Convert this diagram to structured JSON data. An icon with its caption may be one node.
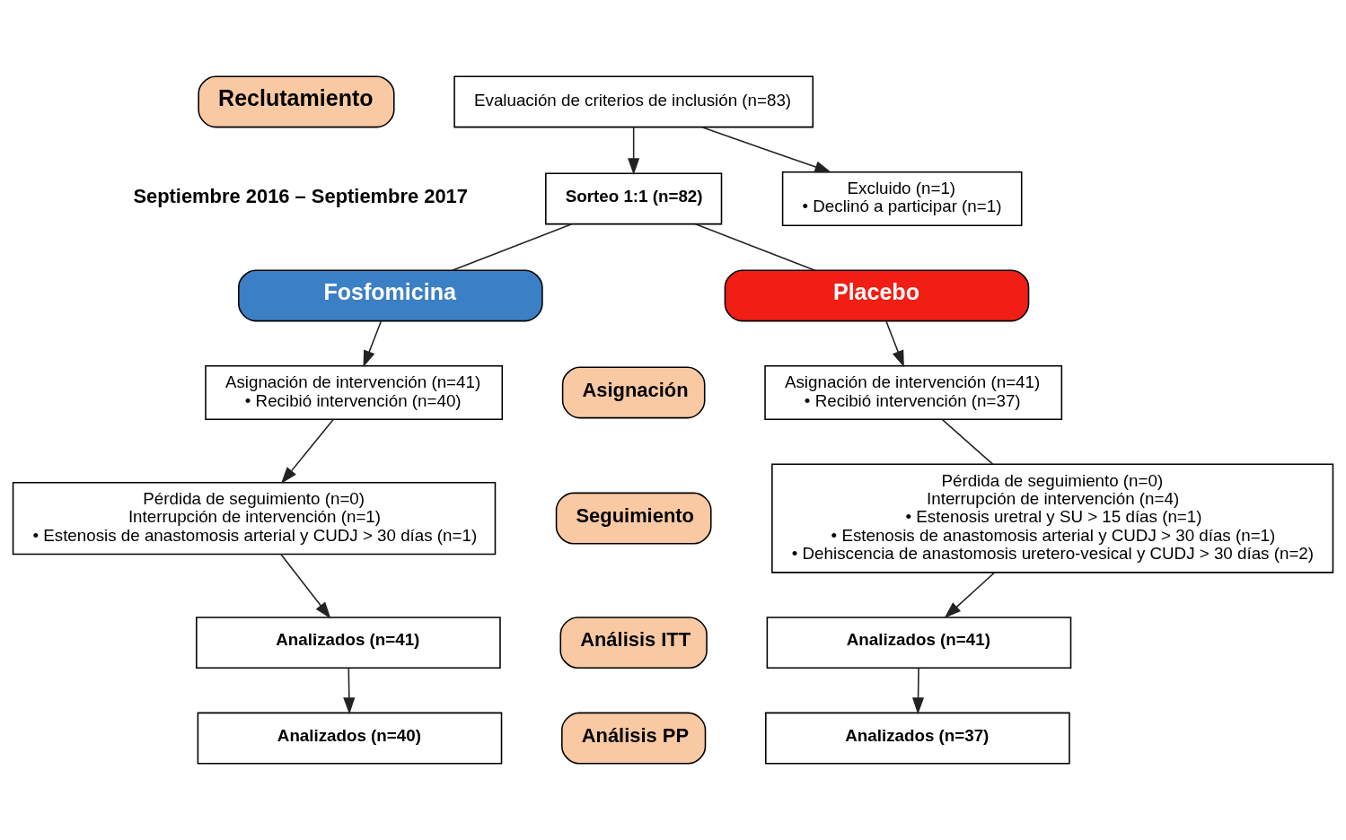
{
  "diagram": {
    "nodes": [
      {
        "text": [
          "Reclutamiento"
        ],
        "beside": [
          "Septiembre 2016 – Septiembre 2017"
        ]
      },
      {
        "text": [
          "Evaluación de criterios de inclusión (n=83)"
        ]
      },
      {
        "text": [
          "Excluido (n=1)",
          "• Declinó a participar (n=1)"
        ]
      },
      {
        "text": [
          "Sorteo 1:1 (n=82)"
        ]
      },
      {
        "text": [
          "Fosfomicina"
        ]
      },
      {
        "text": [
          "Placebo"
        ]
      },
      {
        "text": [
          "Asignación de intervención (n=41)",
          "• Recibió intervención (n=40)"
        ]
      },
      {
        "text": [
          "Asignación"
        ]
      },
      {
        "text": [
          "Asignación de intervención (n=41)",
          "• Recibió intervención (n=37)"
        ]
      },
      {
        "text": [
          "Pérdida de seguimiento (n=0)",
          "Interrupción de intervención (n=1)",
          "• Estenosis de anastomosis arterial y CUDJ > 30 días (n=1)"
        ]
      },
      {
        "text": [
          "Seguimiento"
        ]
      },
      {
        "text": [
          "Pérdida de seguimiento (n=0)",
          "Interrupción de intervención (n=4)",
          "• Estenosis uretral y SU > 15 días (n=1)",
          "• Estenosis de anastomosis arterial y CUDJ > 30 días (n=1)",
          "• Dehiscencia de anastomosis uretero-vesical y CUDJ > 30 días (n=2)"
        ]
      },
      {
        "text": [
          "Analizados (n=41)"
        ]
      },
      {
        "text": [
          "Análisis ITT"
        ]
      },
      {
        "text": [
          "Analizados (n=41)"
        ]
      },
      {
        "text": [
          "Analizados (n=40)"
        ]
      },
      {
        "text": [
          "Análisis PP"
        ]
      },
      {
        "text": [
          "Analizados (n=37)"
        ]
      }
    ],
    "edges": [
      {
        "from": 1,
        "to": 3,
        "arrow": "to"
      },
      {
        "from": 1,
        "to": 2,
        "arrow": "to"
      },
      {
        "from": 3,
        "to": 4,
        "arrow": "none"
      },
      {
        "from": 3,
        "to": 5,
        "arrow": "none"
      },
      {
        "from": 4,
        "to": 6,
        "arrow": "to"
      },
      {
        "from": 6,
        "to": 9,
        "arrow": "to"
      },
      {
        "from": 9,
        "to": 12,
        "arrow": "to"
      },
      {
        "from": 12,
        "to": 15,
        "arrow": "to"
      },
      {
        "from": 5,
        "to": 8,
        "arrow": "to"
      },
      {
        "from": 8,
        "to": 11,
        "arrow": "none"
      },
      {
        "from": 11,
        "to": 14,
        "arrow": "to"
      },
      {
        "from": 14,
        "to": 17,
        "arrow": "to"
      }
    ]
  }
}
